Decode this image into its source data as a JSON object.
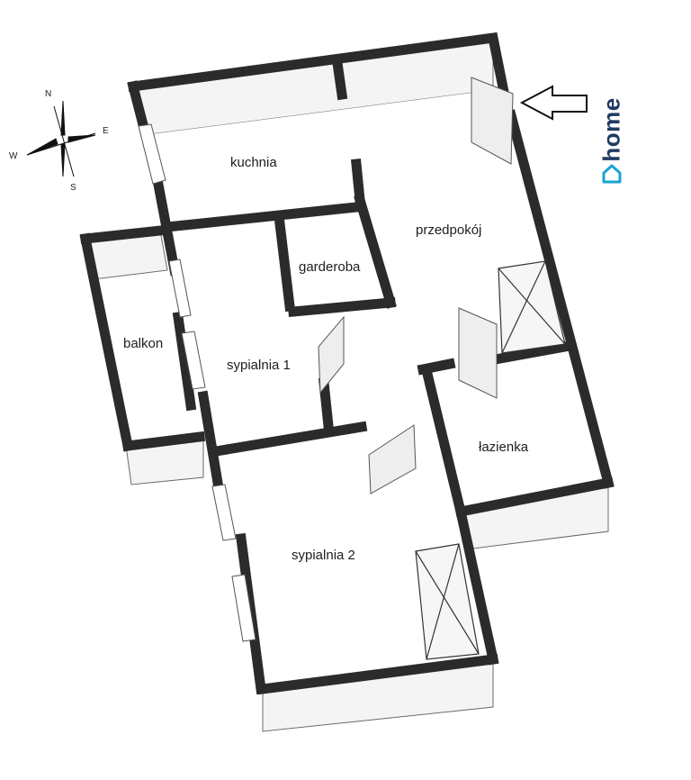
{
  "rooms": {
    "kuchnia": "kuchnia",
    "przedpokoj": "przedpokój",
    "garderoba": "garderoba",
    "balkon": "balkon",
    "sypialnia1": "sypialnia 1",
    "lazienka": "łazienka",
    "sypialnia2": "sypialnia 2"
  },
  "compass": {
    "n": "N",
    "e": "E",
    "s": "S",
    "w": "W"
  },
  "brand": {
    "name": "home",
    "color": "#1f3b63",
    "icon": "house-icon"
  },
  "colors": {
    "wall_top": "#2b2b2b",
    "wall_face": "#f2f2f2",
    "wall_edge": "#555555"
  }
}
